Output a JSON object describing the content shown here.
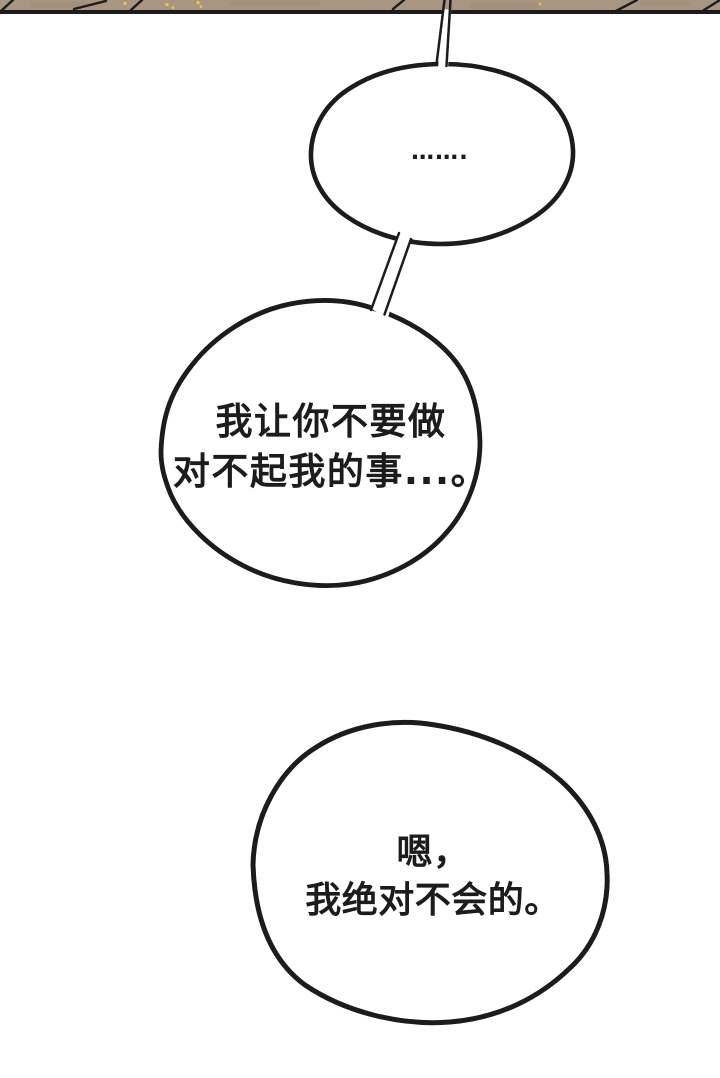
{
  "page": {
    "background": "#ffffff",
    "ink": "#1c1c1c"
  },
  "ceiling": {
    "fill": "#a89683",
    "shade": "#9c8b79",
    "speckle": "#e9c64e"
  },
  "bubbles": {
    "ellipsis": {
      "text": "……."
    },
    "warning": {
      "line1": "我让你不要做",
      "line2": "对不起我的事...。"
    },
    "promise": {
      "line1": "嗯，",
      "line2": "我绝对不会的。"
    }
  }
}
